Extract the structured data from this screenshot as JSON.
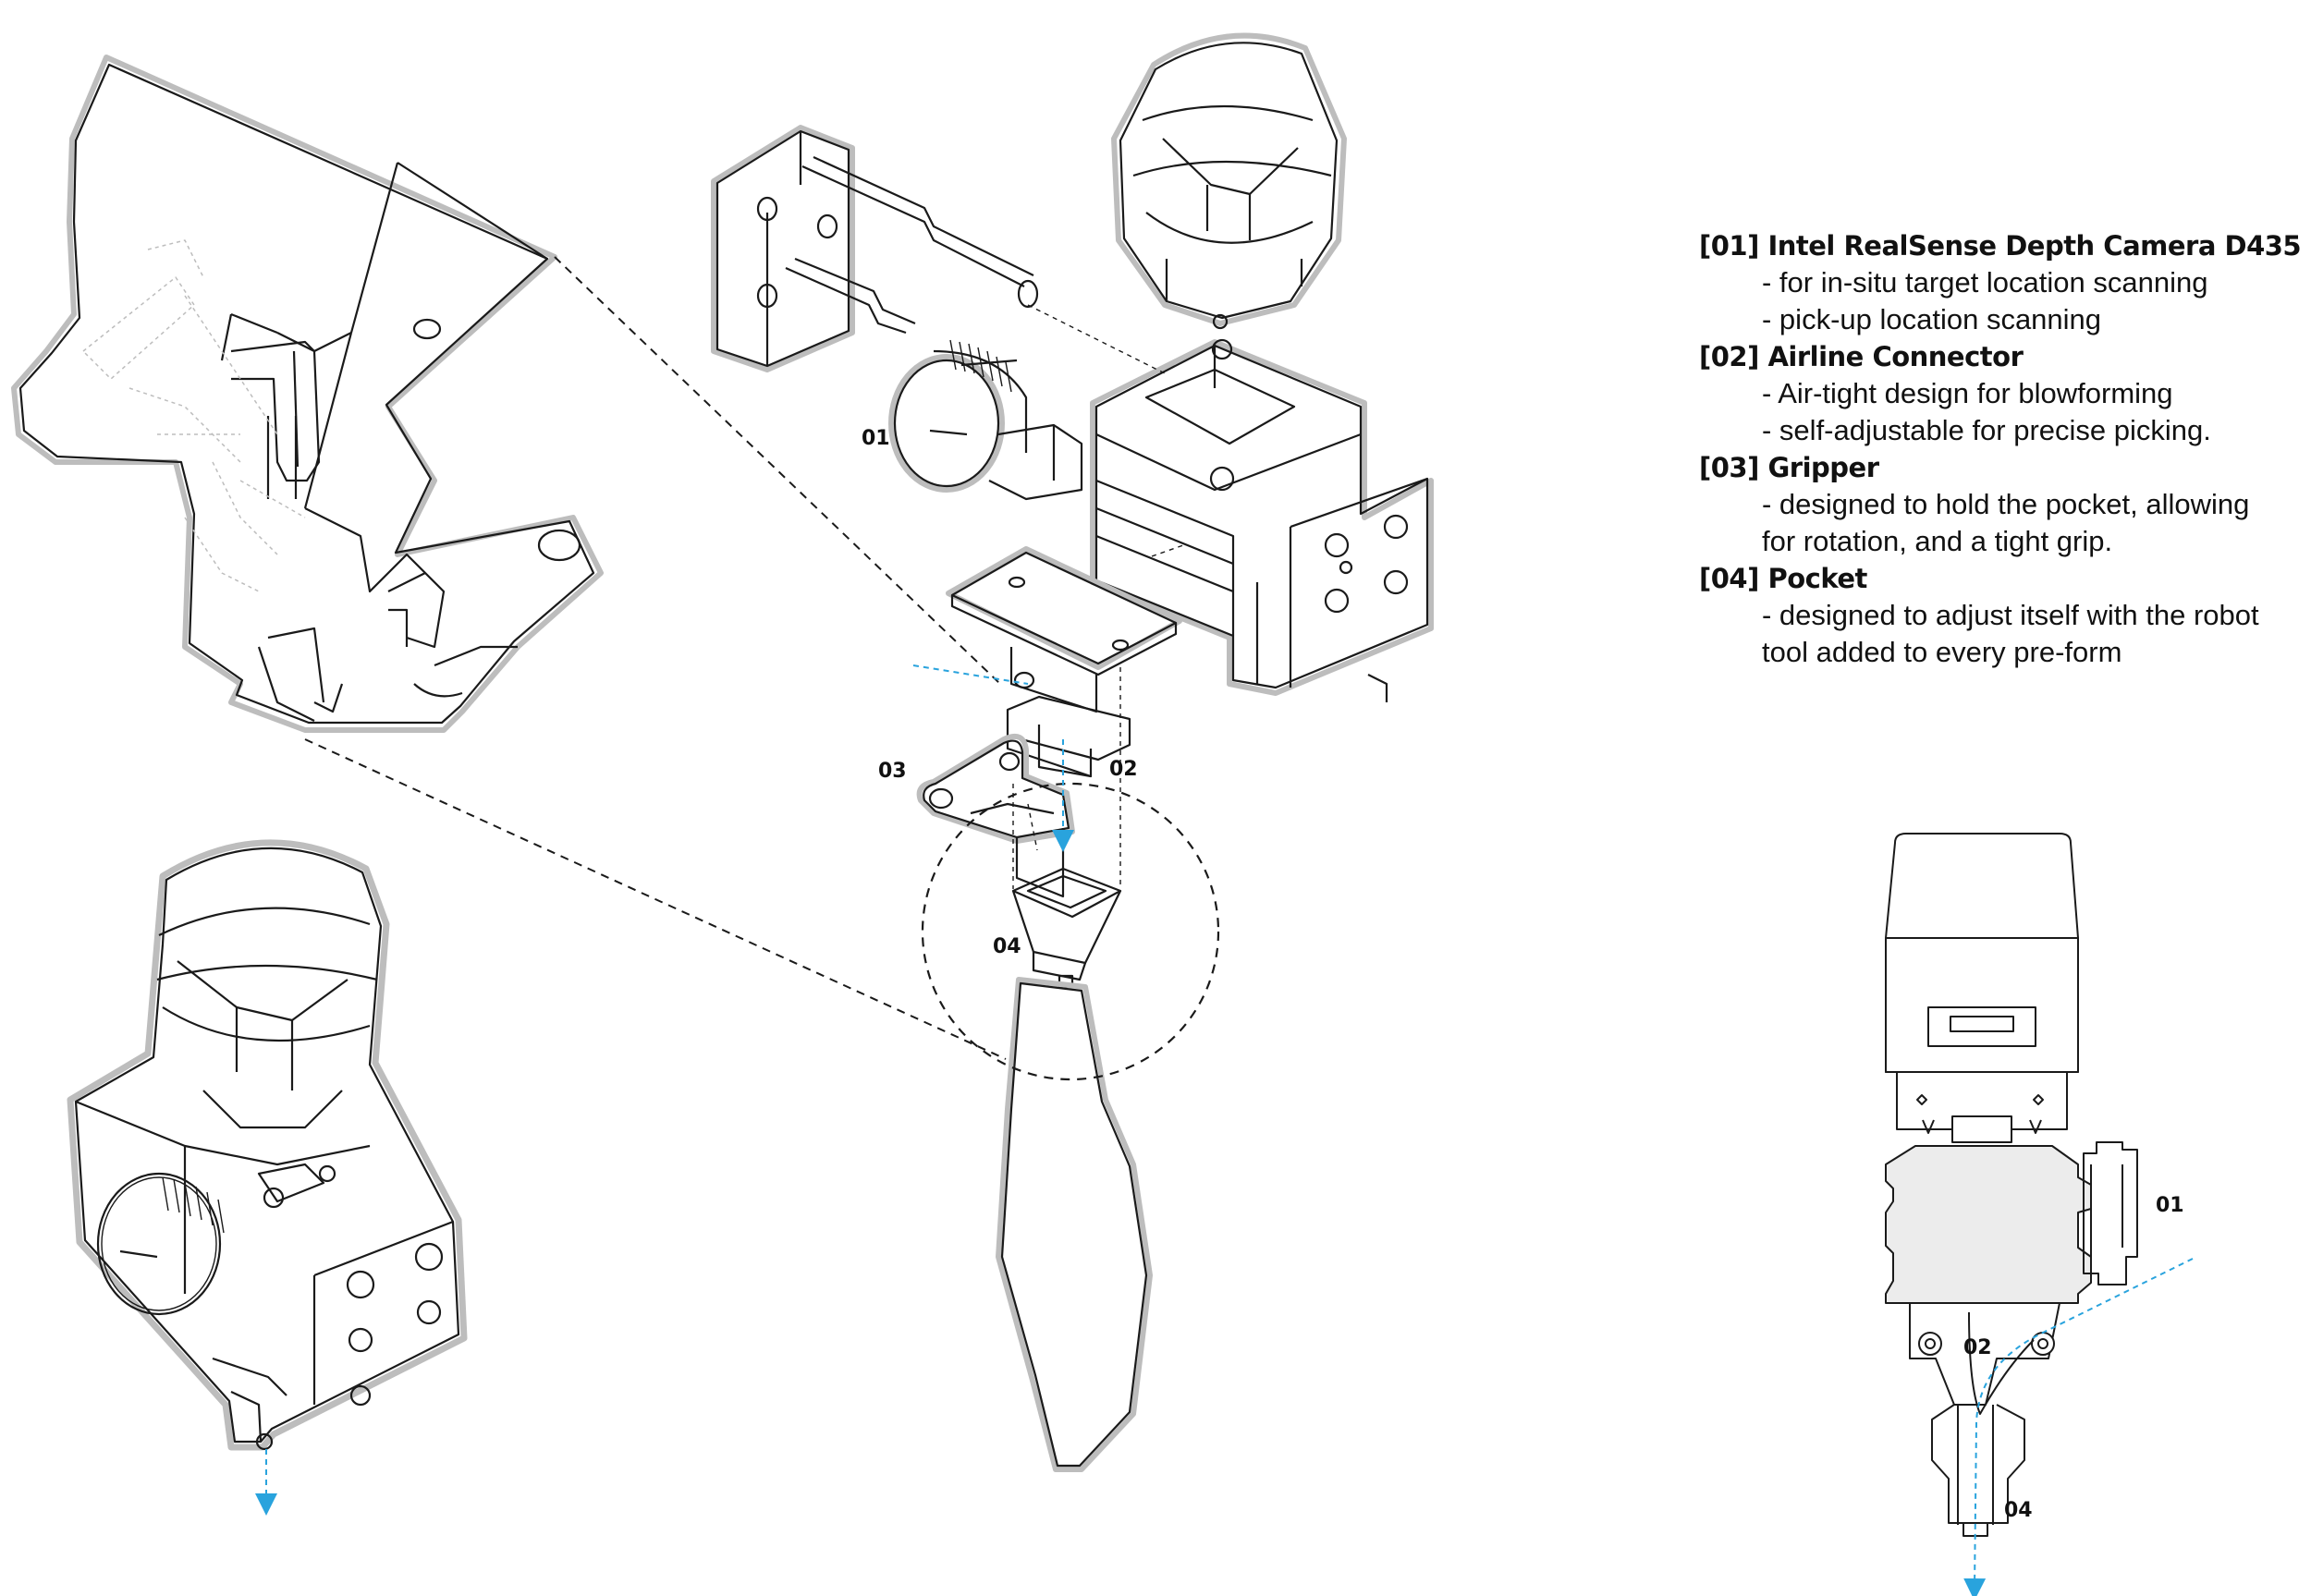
{
  "callouts": {
    "left_01": "01",
    "left_02": "02",
    "left_03": "03",
    "left_04": "04",
    "right_01": "01",
    "right_02": "02",
    "right_04": "04"
  },
  "legend": [
    {
      "title": "[01] Intel RealSense Depth Camera D435",
      "lines": [
        "- for in-situ target location scanning",
        "- pick-up location scanning"
      ]
    },
    {
      "title": "[02] Airline Connector",
      "lines": [
        "- Air-tight design for blowforming",
        "- self-adjustable for precise picking."
      ]
    },
    {
      "title": "[03] Gripper",
      "lines": [
        "- designed to hold the pocket, allowing",
        "for rotation, and a tight grip."
      ]
    },
    {
      "title": "[04] Pocket",
      "lines": [
        "- designed to adjust itself with the robot",
        "tool added to every pre-form"
      ]
    }
  ],
  "colors": {
    "line": "#1a1a1a",
    "halo": "#bdbdbd",
    "airflow": "#29a3dd",
    "fill_gray": "#ececec"
  }
}
